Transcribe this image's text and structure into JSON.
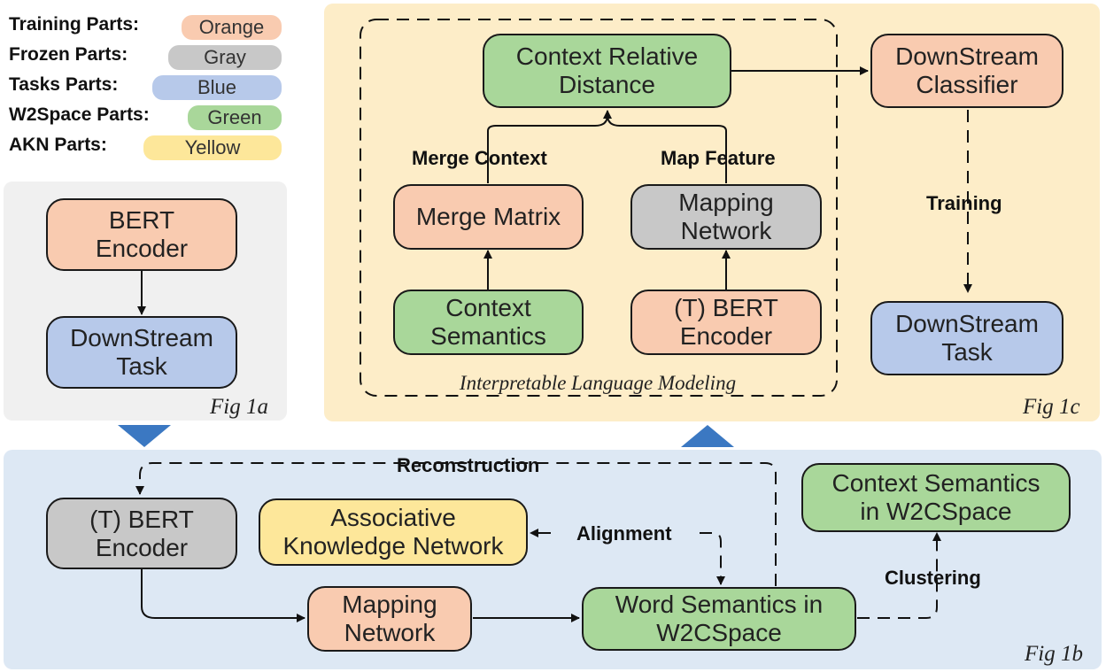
{
  "legend": [
    {
      "label": "Training Parts:",
      "swatch": "Orange",
      "color": "#f9cbb0"
    },
    {
      "label": "Frozen Parts:",
      "swatch": "Gray",
      "color": "#c8c8c8"
    },
    {
      "label": "Tasks Parts:",
      "swatch": "Blue",
      "color": "#b7c9ea"
    },
    {
      "label": "W2Space Parts:",
      "swatch": "Green",
      "color": "#a9d79a"
    },
    {
      "label": "AKN Parts:",
      "swatch": "Yellow",
      "color": "#fde79a"
    }
  ],
  "fig1a": {
    "label": "Fig 1a",
    "bert_encoder": "BERT\nEncoder",
    "downstream_task": "DownStream\nTask"
  },
  "fig1c": {
    "label": "Fig 1c",
    "context_relative_distance": "Context Relative\nDistance",
    "merge_matrix": "Merge Matrix",
    "mapping_network": "Mapping\nNetwork",
    "context_semantics": "Context\nSemantics",
    "t_bert_encoder": "(T) BERT\nEncoder",
    "downstream_classifier": "DownStream\nClassifier",
    "downstream_task": "DownStream\nTask",
    "merge_context": "Merge Context",
    "map_feature": "Map Feature",
    "training": "Training",
    "interpretable_lm": "Interpretable Language Modeling"
  },
  "fig1b": {
    "label": "Fig 1b",
    "t_bert_encoder": "(T) BERT\nEncoder",
    "akn": "Associative\nKnowledge Network",
    "mapping_network": "Mapping\nNetwork",
    "word_semantics": "Word Semantics in\nW2CSpace",
    "context_semantics_w2c": "Context Semantics\nin W2CSpace",
    "reconstruction": "Reconstruction",
    "alignment": "Alignment",
    "clustering": "Clustering"
  },
  "colors": {
    "panel_a": "#f0f0f0",
    "panel_b": "#dde8f4",
    "panel_c": "#fdedc8",
    "flow_arrow": "#3b78c2"
  }
}
